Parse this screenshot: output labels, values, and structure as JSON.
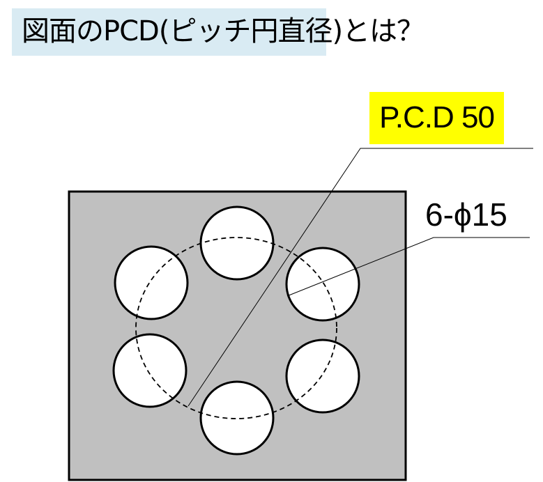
{
  "title": "図面のPCD(ピッチ円直径)とは？",
  "labels": {
    "pcd": "P.C.D 50",
    "holes": "6-ϕ15"
  },
  "colors": {
    "title_bg": "#d9ebf3",
    "highlight": "#ffff00",
    "plate": "#c0c0c0"
  }
}
